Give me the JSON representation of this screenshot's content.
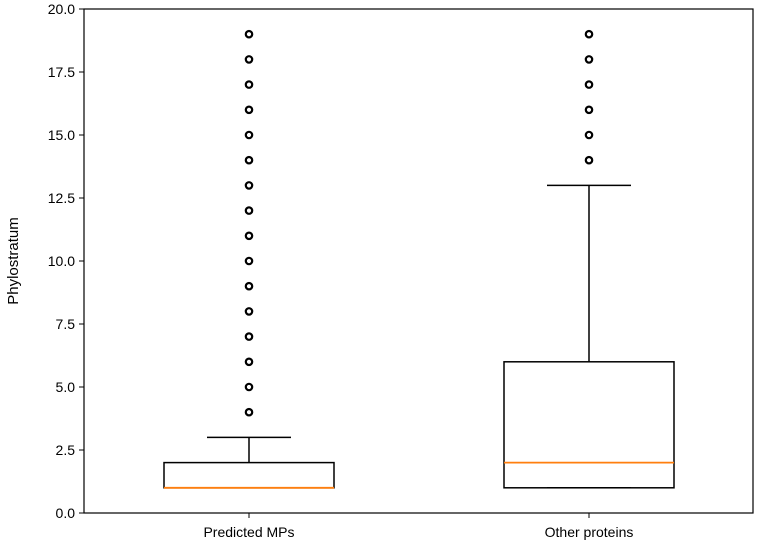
{
  "chart_data": {
    "type": "box",
    "title": "",
    "xlabel": "",
    "ylabel": "Phylostratum",
    "ylim": [
      0,
      20
    ],
    "yticks": [
      "0.0",
      "2.5",
      "5.0",
      "7.5",
      "10.0",
      "12.5",
      "15.0",
      "17.5",
      "20.0"
    ],
    "categories": [
      "Predicted MPs",
      "Other proteins"
    ],
    "boxes": [
      {
        "category": "Predicted MPs",
        "whisker_low": 1,
        "q1": 1,
        "median": 1,
        "q3": 2,
        "whisker_high": 3,
        "outliers": [
          4,
          5,
          6,
          7,
          8,
          9,
          10,
          11,
          12,
          13,
          14,
          15,
          16,
          17,
          18,
          19
        ]
      },
      {
        "category": "Other proteins",
        "whisker_low": 1,
        "q1": 1,
        "median": 2,
        "q3": 6,
        "whisker_high": 13,
        "outliers": [
          14,
          15,
          16,
          17,
          18,
          19
        ]
      }
    ],
    "colors": {
      "box": "#000000",
      "median": "#ff7f0e",
      "outlier": "#000000"
    },
    "grid": false,
    "legend": "none"
  }
}
